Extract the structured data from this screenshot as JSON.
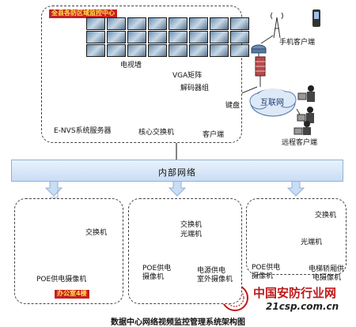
{
  "top": {
    "monitor_center_tag": "全县各防区域监控中心",
    "tv_wall": "电视墙",
    "vga_matrix": "VGA矩阵",
    "decoder_group": "解码器组",
    "keyboard": "键盘",
    "nvs_server": "E-NVS系统服务器",
    "core_switch": "核心交换机",
    "client": "客户端"
  },
  "remote": {
    "mobile_client": "手机客户端",
    "internet": "互联网",
    "remote_client": "远程客户端"
  },
  "network": {
    "internal": "内部网络"
  },
  "left_zone": {
    "switch": "交换机",
    "poe_camera": "POE供电摄像机",
    "tag": "办公室4楼"
  },
  "middle_zone": {
    "switch": "交换机",
    "fiber_switch": "光端机",
    "poe_camera_line1": "POE供电",
    "poe_camera_line2": "摄像机",
    "outdoor_camera_line1": "电源供电",
    "outdoor_camera_line2": "室外摄像机"
  },
  "right_zone": {
    "switch": "交换机",
    "fiber_switch": "光端机",
    "poe_camera_line1": "POE供电",
    "poe_camera_line2": "摄像机",
    "elevator_camera_line1": "电梯轿厢供",
    "elevator_camera_line2": "电摄像机"
  },
  "logo": {
    "name_cn": "中国安防行业网",
    "site": "21csp.com.cn"
  },
  "footer": {
    "caption": "数据中心网络视频监控管理系统架构图"
  }
}
